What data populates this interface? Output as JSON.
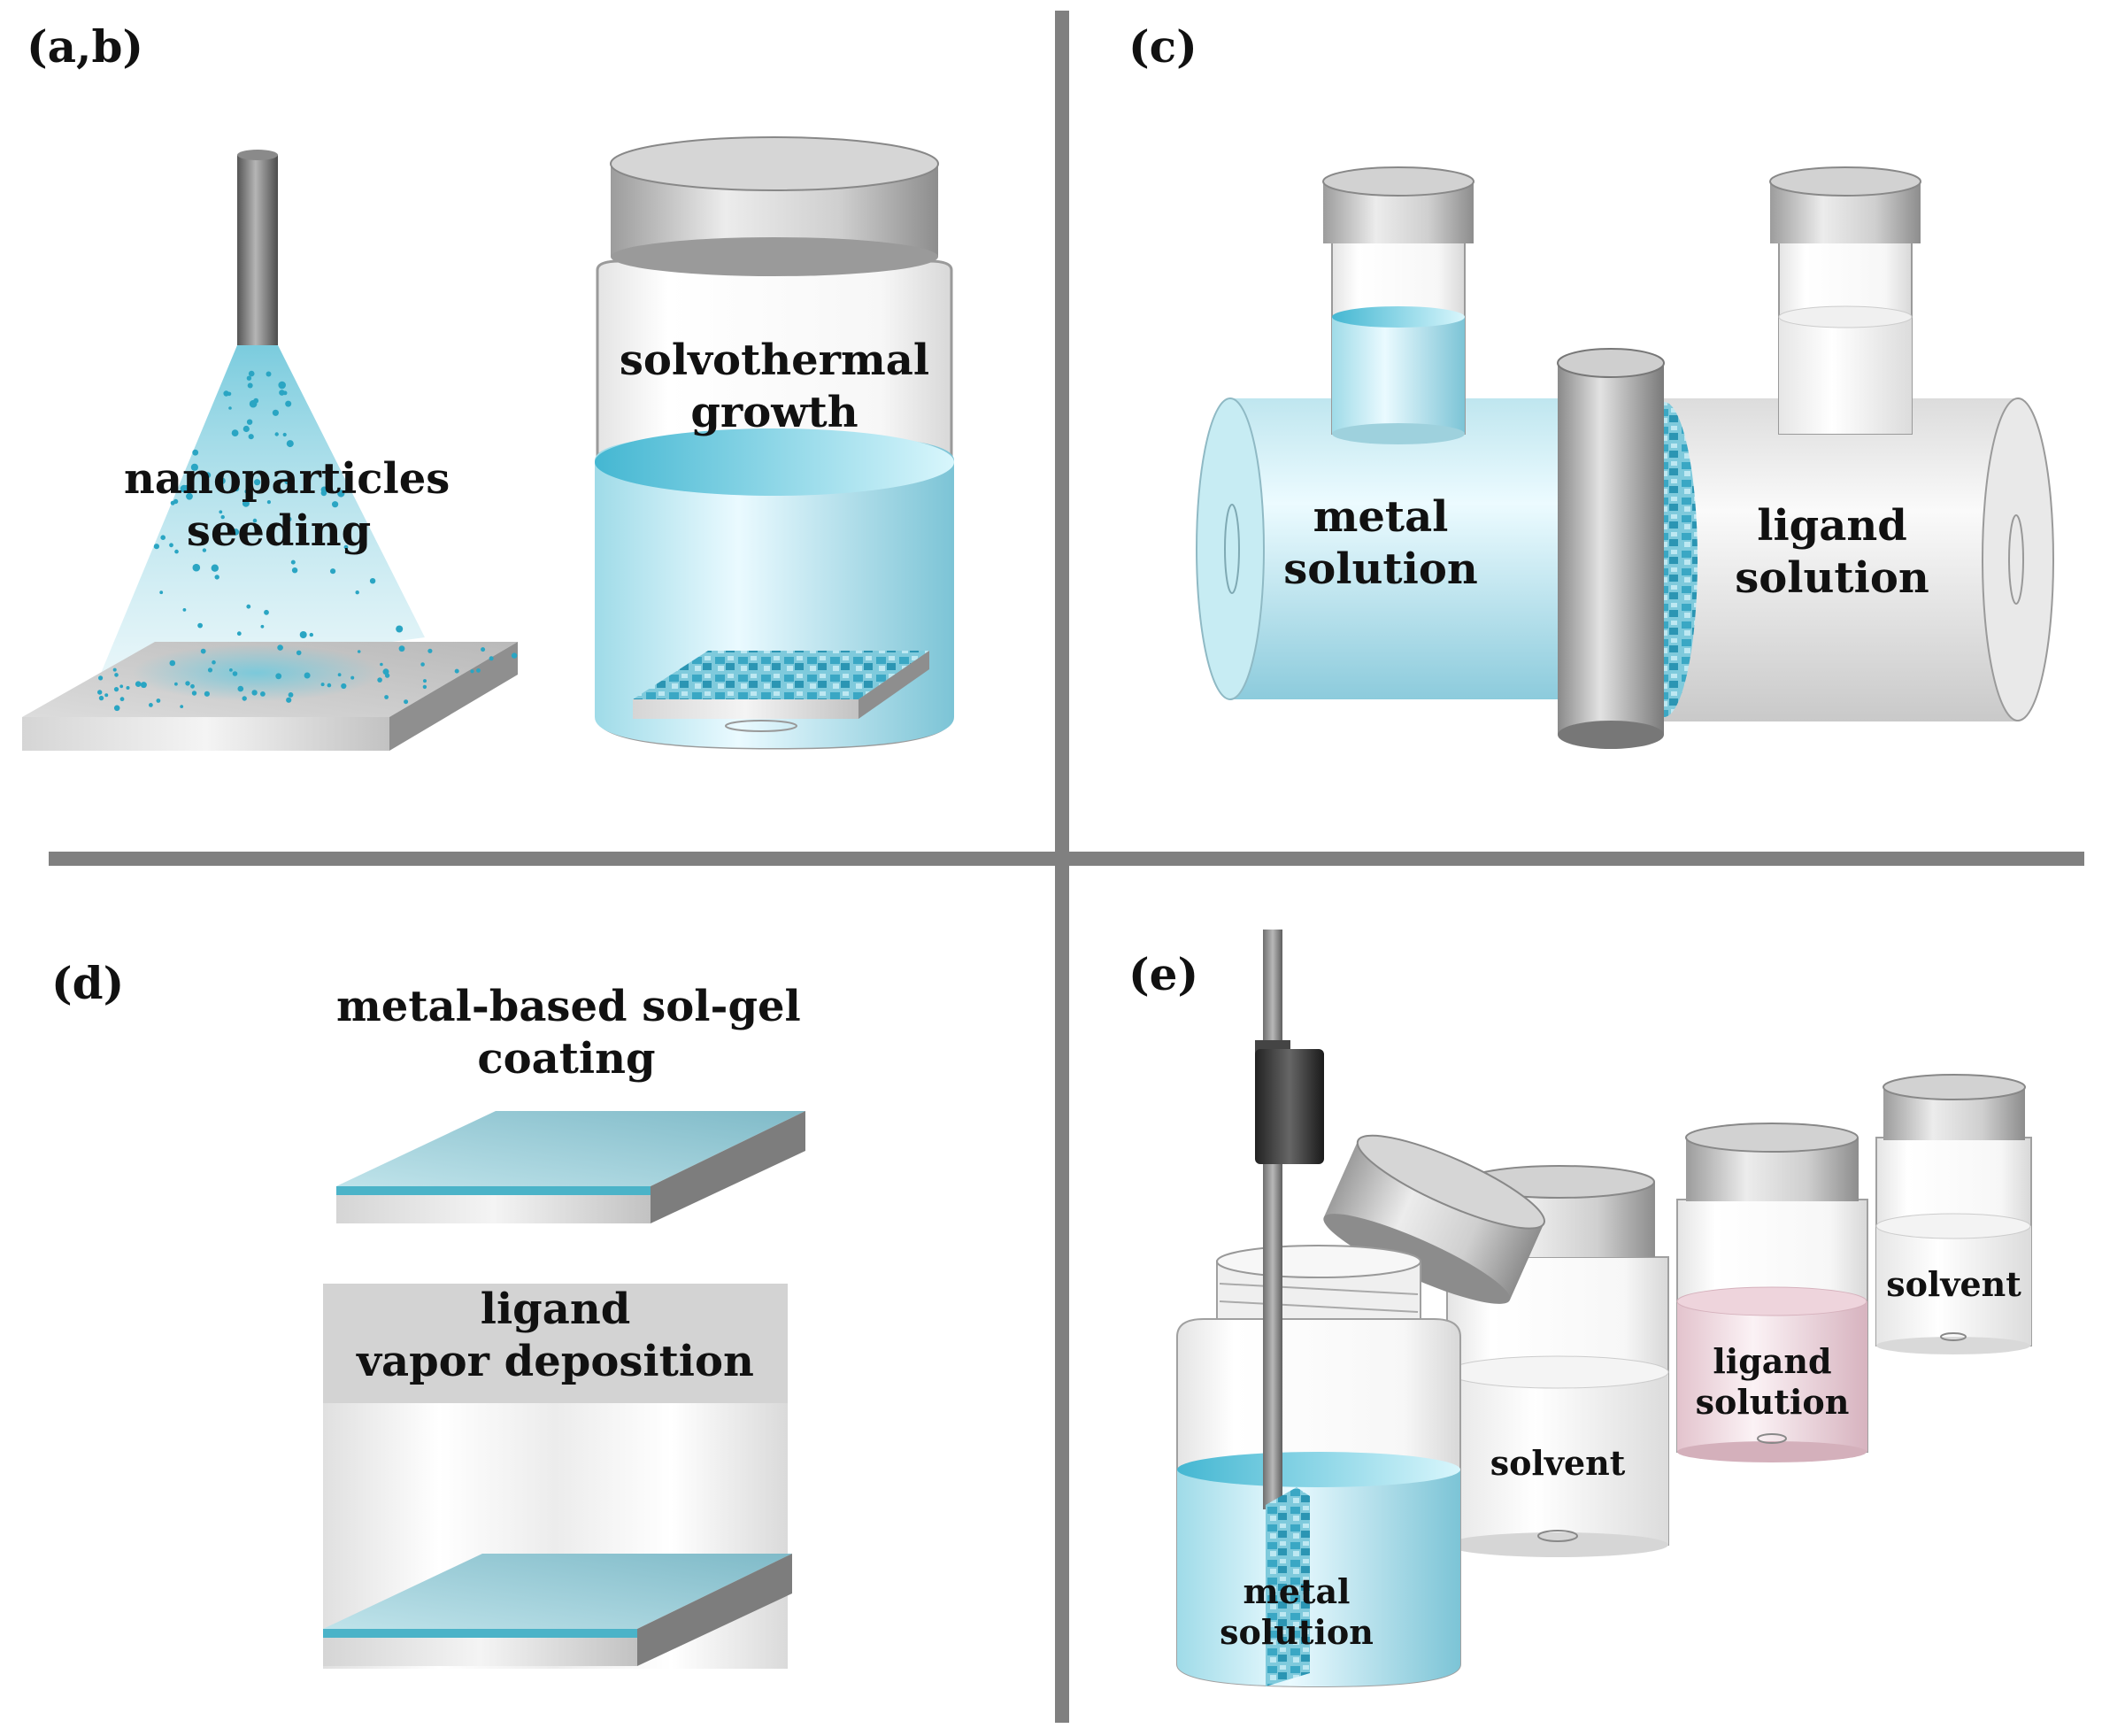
{
  "panels": {
    "ab": {
      "tag": "(a,b)",
      "seeding_line1": "nanoparticles",
      "seeding_line2": "seeding",
      "growth_line1": "solvothermal",
      "growth_line2": "growth"
    },
    "c": {
      "tag": "(c)",
      "metal_line1": "metal",
      "metal_line2": "solution",
      "ligand_line1": "ligand",
      "ligand_line2": "solution"
    },
    "d": {
      "tag": "(d)",
      "coating_line1": "metal-based sol-gel",
      "coating_line2": "coating",
      "vapor_line1": "ligand",
      "vapor_line2": "vapor deposition"
    },
    "e": {
      "tag": "(e)",
      "metal_line1": "metal",
      "metal_line2": "solution",
      "solvent1": "solvent",
      "ligand_line1": "ligand",
      "ligand_line2": "solution",
      "solvent2": "solvent"
    }
  },
  "colors": {
    "divider": "#808080",
    "liquid_blue": "#8fd3e2",
    "crystal_blue": "#3aa7c4",
    "metal_grey": "#9a9a9a",
    "ligand_pink": "#e6c6d0"
  }
}
